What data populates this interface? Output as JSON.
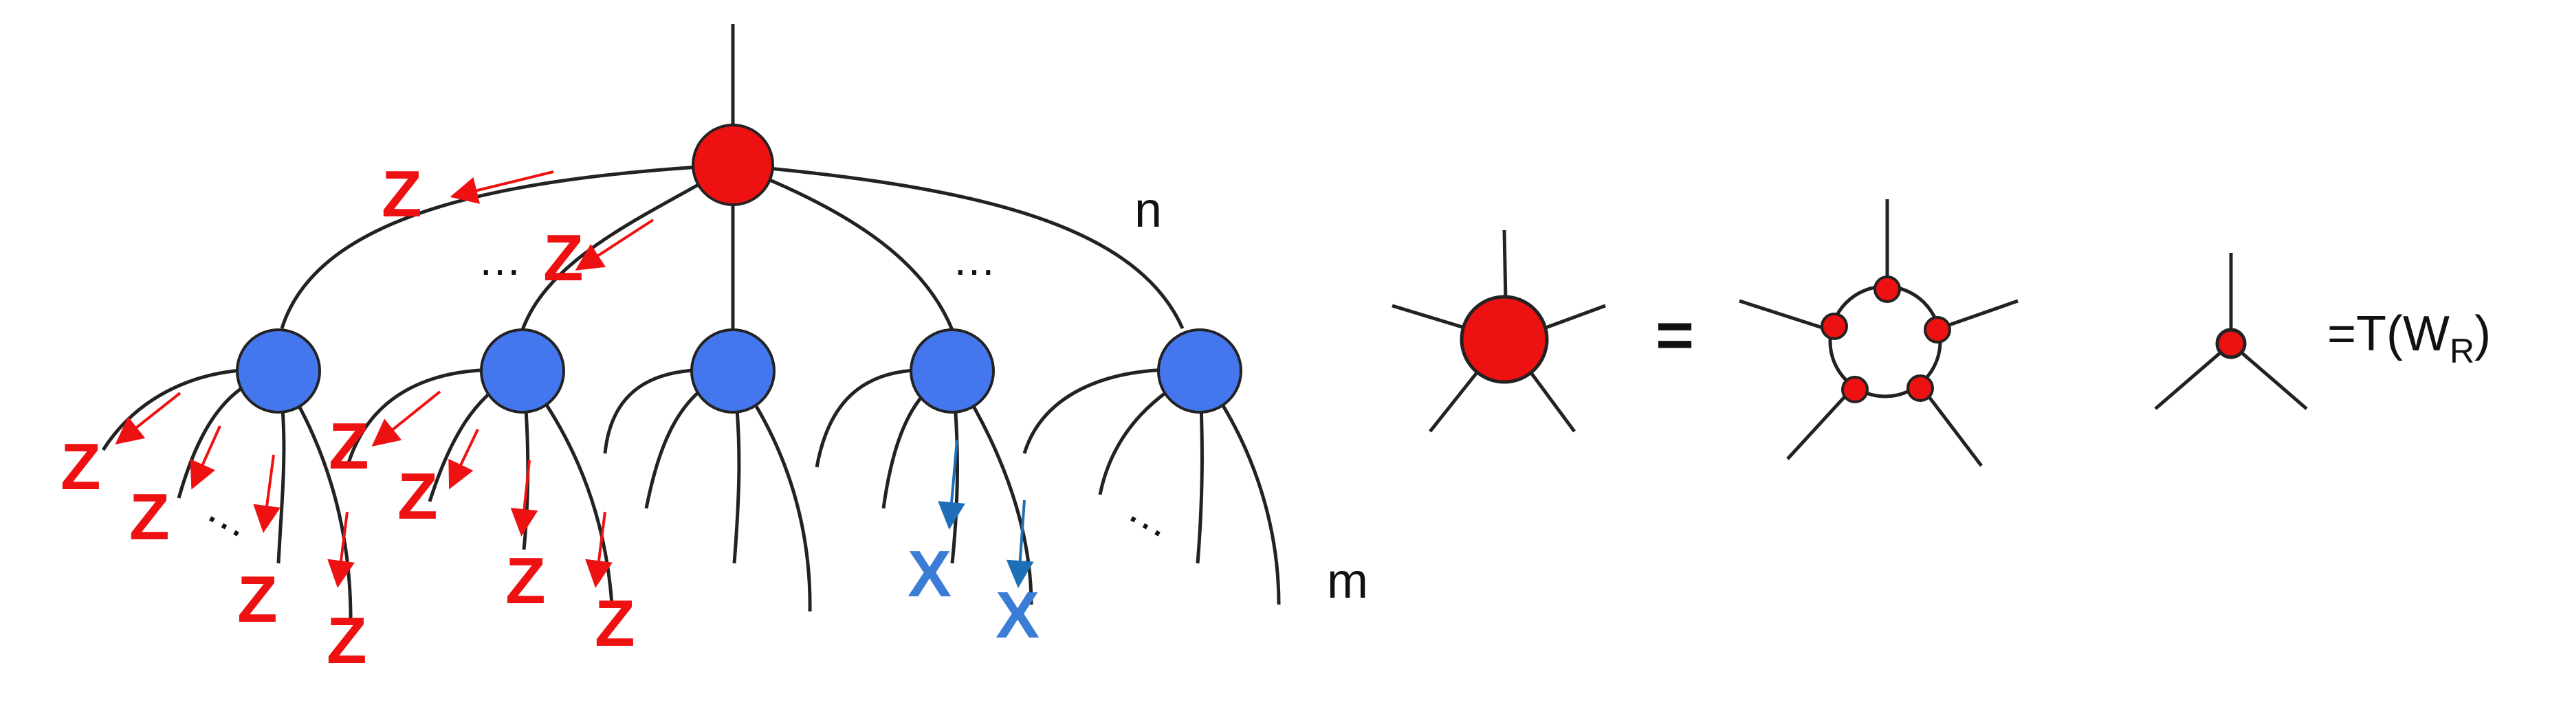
{
  "colors": {
    "root_node": "#ee1111",
    "child_node": "#4477ee",
    "z_label": "#ee1111",
    "x_label": "#3377cc",
    "edge": "#222222",
    "small_node": "#ee1111"
  },
  "labels": {
    "n": "n",
    "m": "m",
    "z": "Z",
    "x": "X",
    "ellipsis": "…",
    "equals": "=",
    "tensor_def_prefix": "=T(W",
    "tensor_def_sub": "R",
    "tensor_def_suffix": ")"
  }
}
